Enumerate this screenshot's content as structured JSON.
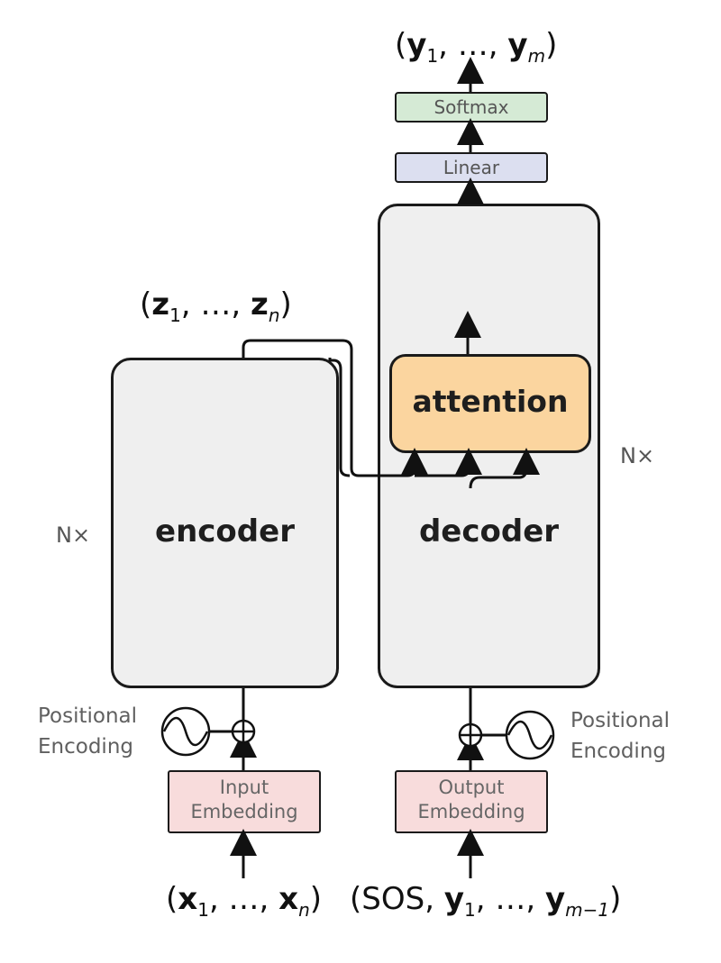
{
  "outputs": {
    "open": "(",
    "y": "y",
    "sub1": "1",
    "sep": ", …, ",
    "subm": "m",
    "close": ")"
  },
  "softmax": {
    "label": "Softmax",
    "color": "#d5ead5"
  },
  "linear": {
    "label": "Linear",
    "color": "#dcdff0"
  },
  "encoder": {
    "label": "encoder",
    "repeat": "N×"
  },
  "decoder": {
    "label": "decoder",
    "repeat": "N×"
  },
  "attention": {
    "label": "attention",
    "color": "#fbd59f"
  },
  "z_output": {
    "open": "(",
    "z": "z",
    "sub1": "1",
    "sep": ", …, ",
    "subn": "n",
    "close": ")"
  },
  "positional_left": {
    "line1": "Positional",
    "line2": "Encoding"
  },
  "positional_right": {
    "line1": "Positional",
    "line2": "Encoding"
  },
  "input_embedding": {
    "line1": "Input",
    "line2": "Embedding"
  },
  "output_embedding": {
    "line1": "Output",
    "line2": "Embedding"
  },
  "inputs": {
    "open": "(",
    "x": "x",
    "sub1": "1",
    "sep": ", …, ",
    "subn": "n",
    "close": ")"
  },
  "decoder_inputs": {
    "open": "(SOS, ",
    "y": "y",
    "sub1": "1",
    "sep": ", …, ",
    "subm": "m−1",
    "close": ")"
  }
}
